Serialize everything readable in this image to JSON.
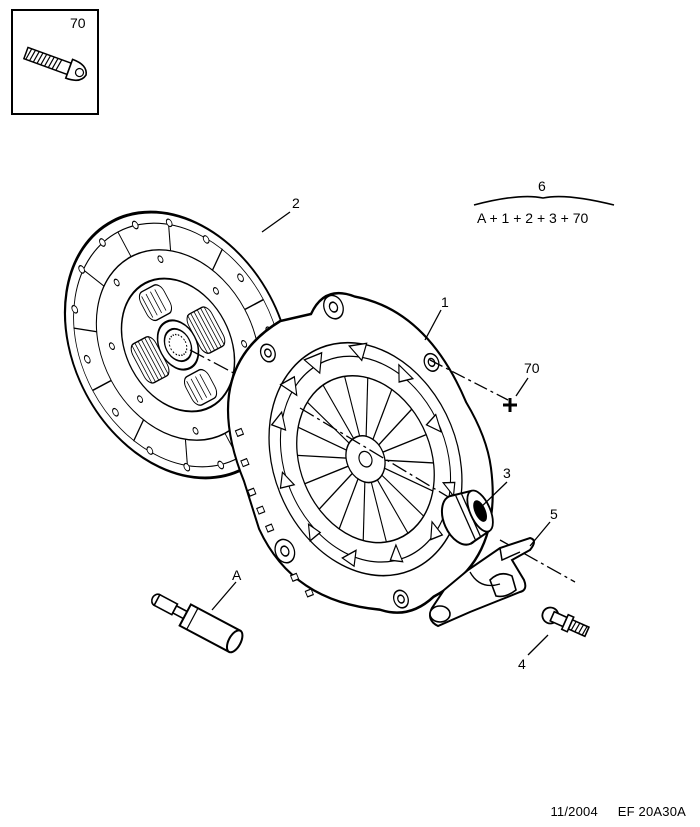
{
  "inset": {
    "part_number": "70"
  },
  "callouts": {
    "pressure_plate": "1",
    "clutch_disc": "2",
    "release_bearing": "3",
    "pivot_stud": "4",
    "release_fork": "5",
    "screw": "70",
    "alignment_tool": "A"
  },
  "kit": {
    "number": "6",
    "formula": "A + 1 + 2 + 3 + 70"
  },
  "footer": {
    "date": "11/2004",
    "reference": "EF 20A30A"
  }
}
